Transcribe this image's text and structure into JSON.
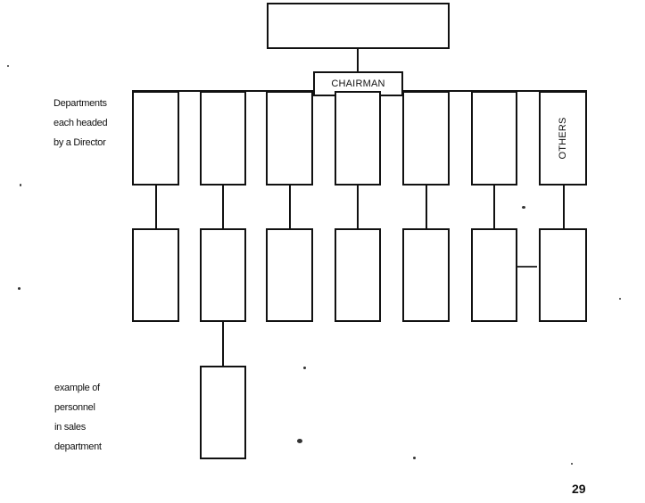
{
  "diagram": {
    "chairman_label": "CHAIRMAN",
    "others_label": "OTHERS",
    "departments_caption": [
      "Departments",
      "each headed",
      "by a Director"
    ],
    "sales_caption": [
      "example of",
      "personnel",
      "in sales",
      "department"
    ]
  },
  "page_number": "29"
}
